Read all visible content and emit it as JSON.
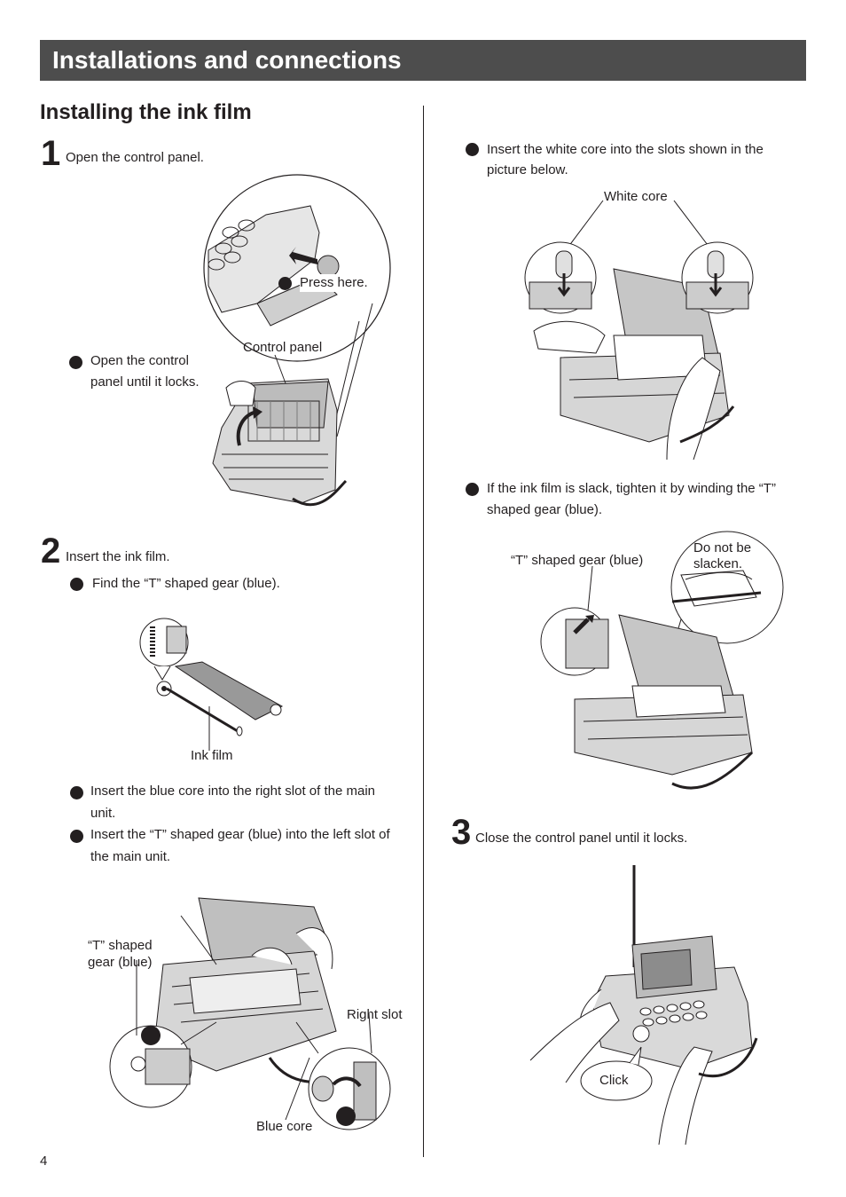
{
  "header": {
    "title": "Installations and connections"
  },
  "section": {
    "title": "Installing the ink film"
  },
  "step1": {
    "number": "1",
    "text": "Open the control panel.",
    "callouts": {
      "press_here": "Press here.",
      "control_panel": "Control panel",
      "open_until_locks_line1": "Open the control",
      "open_until_locks_line2": "panel until it locks."
    }
  },
  "step2": {
    "number": "2",
    "text": "Insert the ink film.",
    "bullet_find": "Find the “T” shaped gear (blue).",
    "ink_film_label": "Ink film",
    "bullet_blue_core_line1": "Insert the blue core into the right slot of the main",
    "bullet_blue_core_line2": "unit.",
    "bullet_t_gear_line1": "Insert the “T” shaped gear (blue) into the left slot of",
    "bullet_t_gear_line2": "the main unit.",
    "labels": {
      "t_gear_line1": "“T” shaped",
      "t_gear_line2": "gear (blue)",
      "right_slot": "Right slot",
      "blue_core": "Blue core"
    }
  },
  "right_column": {
    "bullet_white_core_line1": "Insert the white core into the slots shown in the",
    "bullet_white_core_line2": "picture below.",
    "white_core_label": "White core",
    "bullet_slack_line1": "If the ink film is slack, tighten it by winding the “T”",
    "bullet_slack_line2": "shaped gear (blue).",
    "t_gear_label": "“T” shaped gear (blue)",
    "do_not_slacken_line1": "Do not be",
    "do_not_slacken_line2": "slacken."
  },
  "step3": {
    "number": "3",
    "text": "Close the control panel until it locks.",
    "click_label": "Click"
  },
  "page_number": "4"
}
